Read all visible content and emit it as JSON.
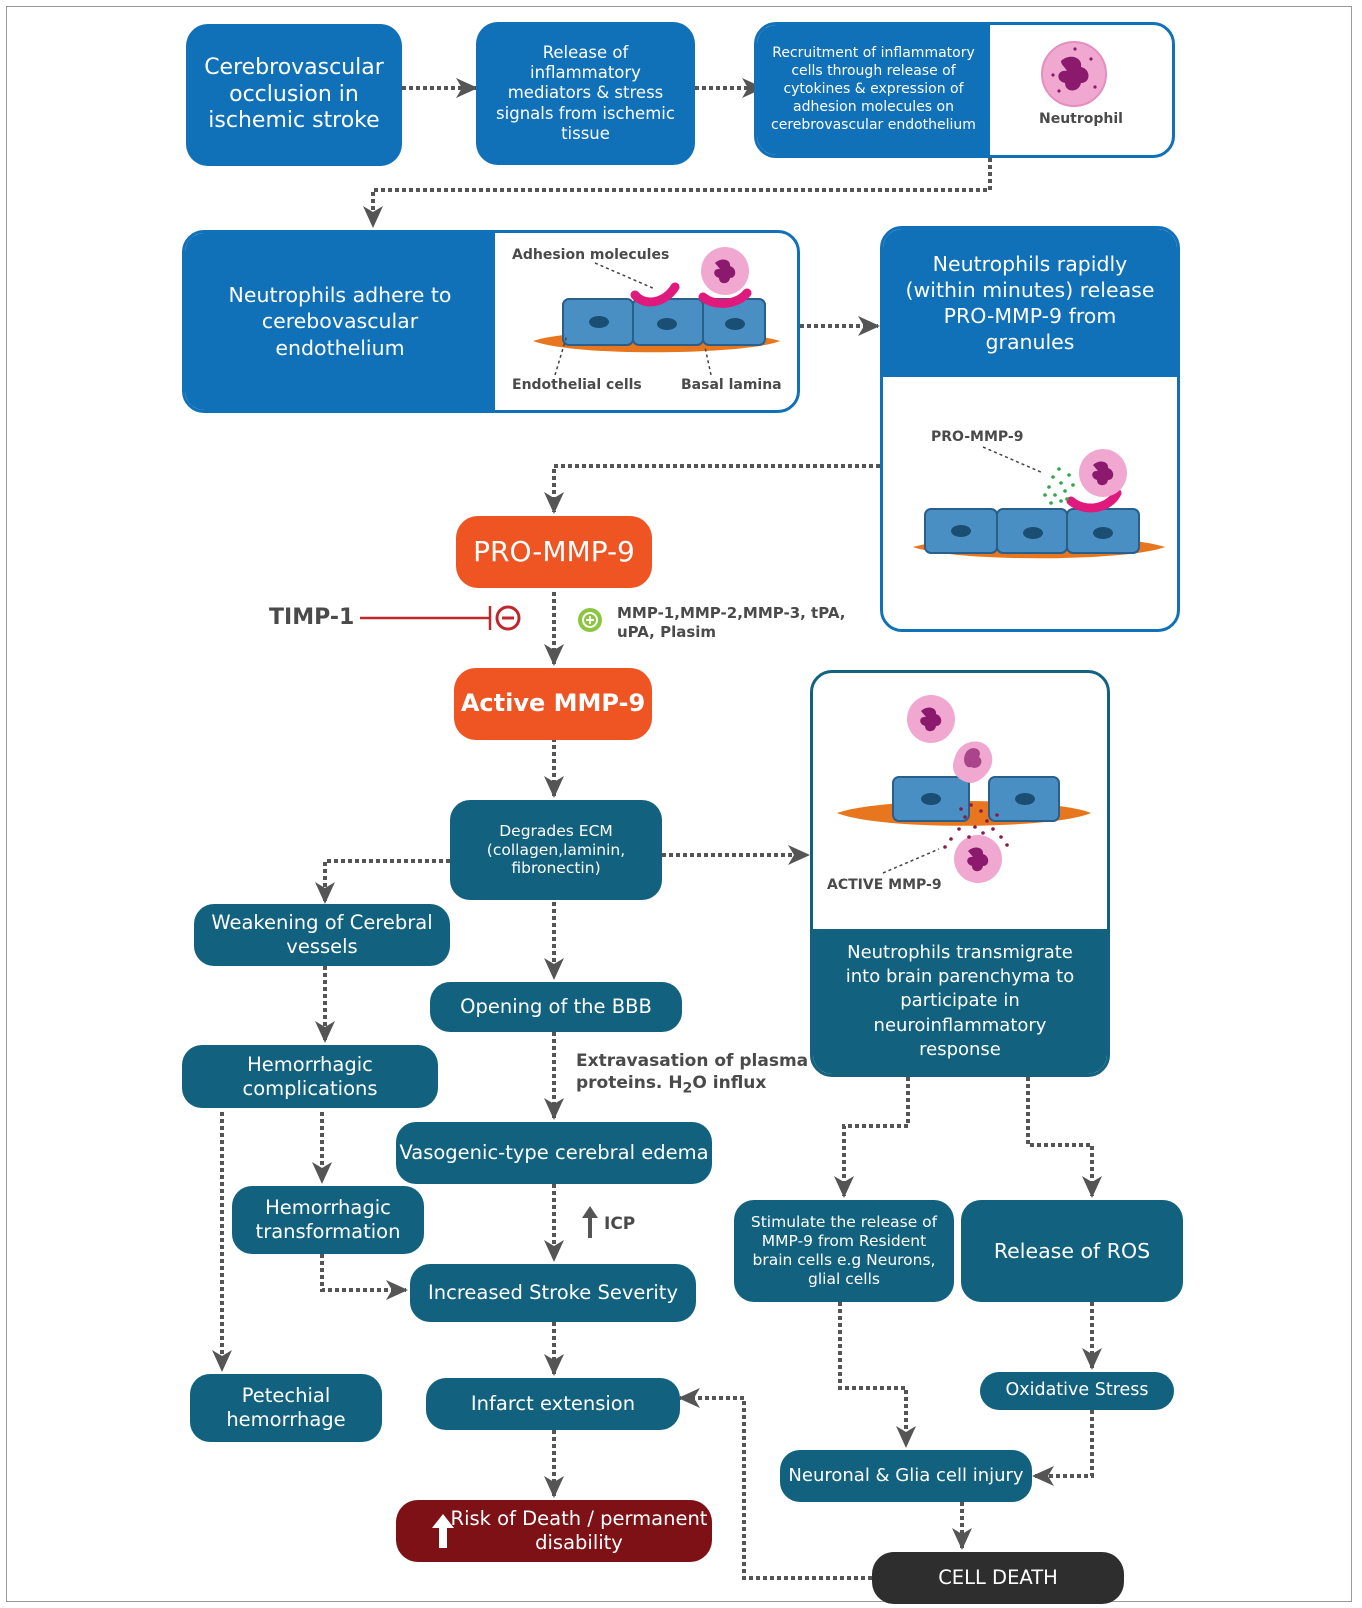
{
  "nodes": {
    "occlusion": "Cerebrovascular occlusion in ischemic stroke",
    "release_mediators": "Release of inflammatory mediators & stress signals from ischemic tissue",
    "recruitment": "Recruitment of inflammatory cells through release of cytokines & expression of adhesion molecules on cerebrovascular endothelium",
    "neutrophil_label": "Neutrophil",
    "adhere": "Neutrophils adhere to cerebovascular endothelium",
    "adhesion_molecules": "Adhesion molecules",
    "endothelial_cells": "Endothelial cells",
    "basal_lamina": "Basal lamina",
    "rapid_release": "Neutrophils rapidly (within minutes) release PRO-MMP-9 from granules",
    "pro_mmp9_small": "PRO-MMP-9",
    "pro_mmp9": "PRO-MMP-9",
    "timp1": "TIMP-1",
    "activators": "MMP-1,MMP-2,MMP-3, tPA, uPA, Plasim",
    "active_mmp9": "Active MMP-9",
    "degrades_ecm": "Degrades ECM (collagen,laminin, fibronectin)",
    "active_mmp9_small": "ACTIVE MMP-9",
    "transmigrate": "Neutrophils transmigrate into brain parenchyma to participate in neuroinflammatory response",
    "weakening": "Weakening of Cerebral vessels",
    "opening_bbb": "Opening of the BBB",
    "extravasation_line1": "Extravasation of plasma",
    "extravasation_line2_pre": "proteins. H",
    "extravasation_sub": "2",
    "extravasation_line2_post": "O influx",
    "hemorrhagic_complications": "Hemorrhagic complications",
    "vasogenic": "Vasogenic-type cerebral edema",
    "icp": "ICP",
    "hemorrhagic_transformation": "Hemorrhagic transformation",
    "stroke_severity": "Increased Stroke Severity",
    "stimulate": "Stimulate the release of MMP-9 from Resident brain cells e.g Neurons, glial cells",
    "release_ros": "Release of ROS",
    "petechial": "Petechial hemorrhage",
    "infarct": "Infarct extension",
    "oxidative": "Oxidative Stress",
    "neuronal_injury": "Neuronal & Glia cell injury",
    "risk_death": "Risk of Death / permanent disability",
    "cell_death": "CELL DEATH"
  },
  "colors": {
    "blue": "#1171b8",
    "teal": "#12627f",
    "orange": "#ef5423",
    "dark_red": "#7e1116",
    "black": "#2e2e2e",
    "arrow": "#555555",
    "inhibit": "#c0272d",
    "activate": "#8cc63f",
    "membrane": "#e8761e",
    "endothelial": "#4a8fc4",
    "neutrophil": "#f0a8d0",
    "adhesion": "#e0197d"
  }
}
